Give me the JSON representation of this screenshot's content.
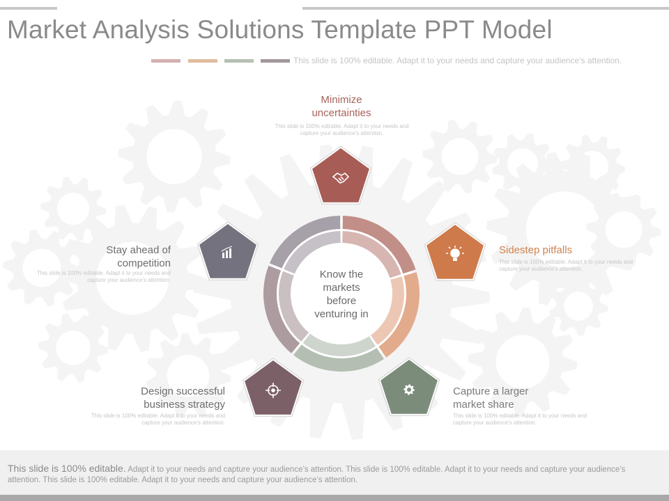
{
  "title": "Market Analysis Solutions Template PPT Model",
  "subtitle": "This slide is 100% editable. Adapt it to your needs and capture your audience's attention.",
  "colors": {
    "swatches": [
      "#d2b1b0",
      "#e0bca0",
      "#b6c0b4",
      "#a2979d"
    ],
    "ring_segments": [
      "#c28e88",
      "#e2ab8c",
      "#b4beb2",
      "#ad9c9f",
      "#a6a0a8"
    ],
    "pentagons": [
      "#a85c56",
      "#cf7a4b",
      "#7c8c7a",
      "#7c6068",
      "#74727e"
    ],
    "title_colors": [
      "#a8625b",
      "#d0834e",
      "#7b7b7b",
      "#6d6d6d",
      "#6d6d6d"
    ]
  },
  "center": {
    "text": "Know the markets before venturing  in"
  },
  "items": [
    {
      "title": "Minimize uncertainties",
      "body": "This slide is 100% editable. Adapt it to your needs and capture your audience's attention.",
      "icon": "handshake-icon"
    },
    {
      "title": "Sidestep pitfalls",
      "body": "This slide is 100% editable. Adapt it to your needs and capture your audience's attention.",
      "icon": "lightbulb-icon"
    },
    {
      "title": "Capture a larger market share",
      "body": "This slide is 100% editable. Adapt it to your needs and capture your audience's attention.",
      "icon": "gear-icon"
    },
    {
      "title": "Design successful business strategy",
      "body": "This slide is 100% editable. Adapt it to your needs and capture your audience's attention.",
      "icon": "target-icon"
    },
    {
      "title": "Stay ahead of competition",
      "body": "This slide is 100% editable. Adapt it to your needs and capture your audience's attention.",
      "icon": "bar-chart-icon"
    }
  ],
  "footer": {
    "lead": "This slide is 100% editable.",
    "rest": " Adapt it to your needs and capture your audience’s attention. This slide is 100% editable. Adapt it to your needs and capture your audience’s attention. This slide is 100% editable. Adapt it to your needs and capture your audience’s attention."
  }
}
